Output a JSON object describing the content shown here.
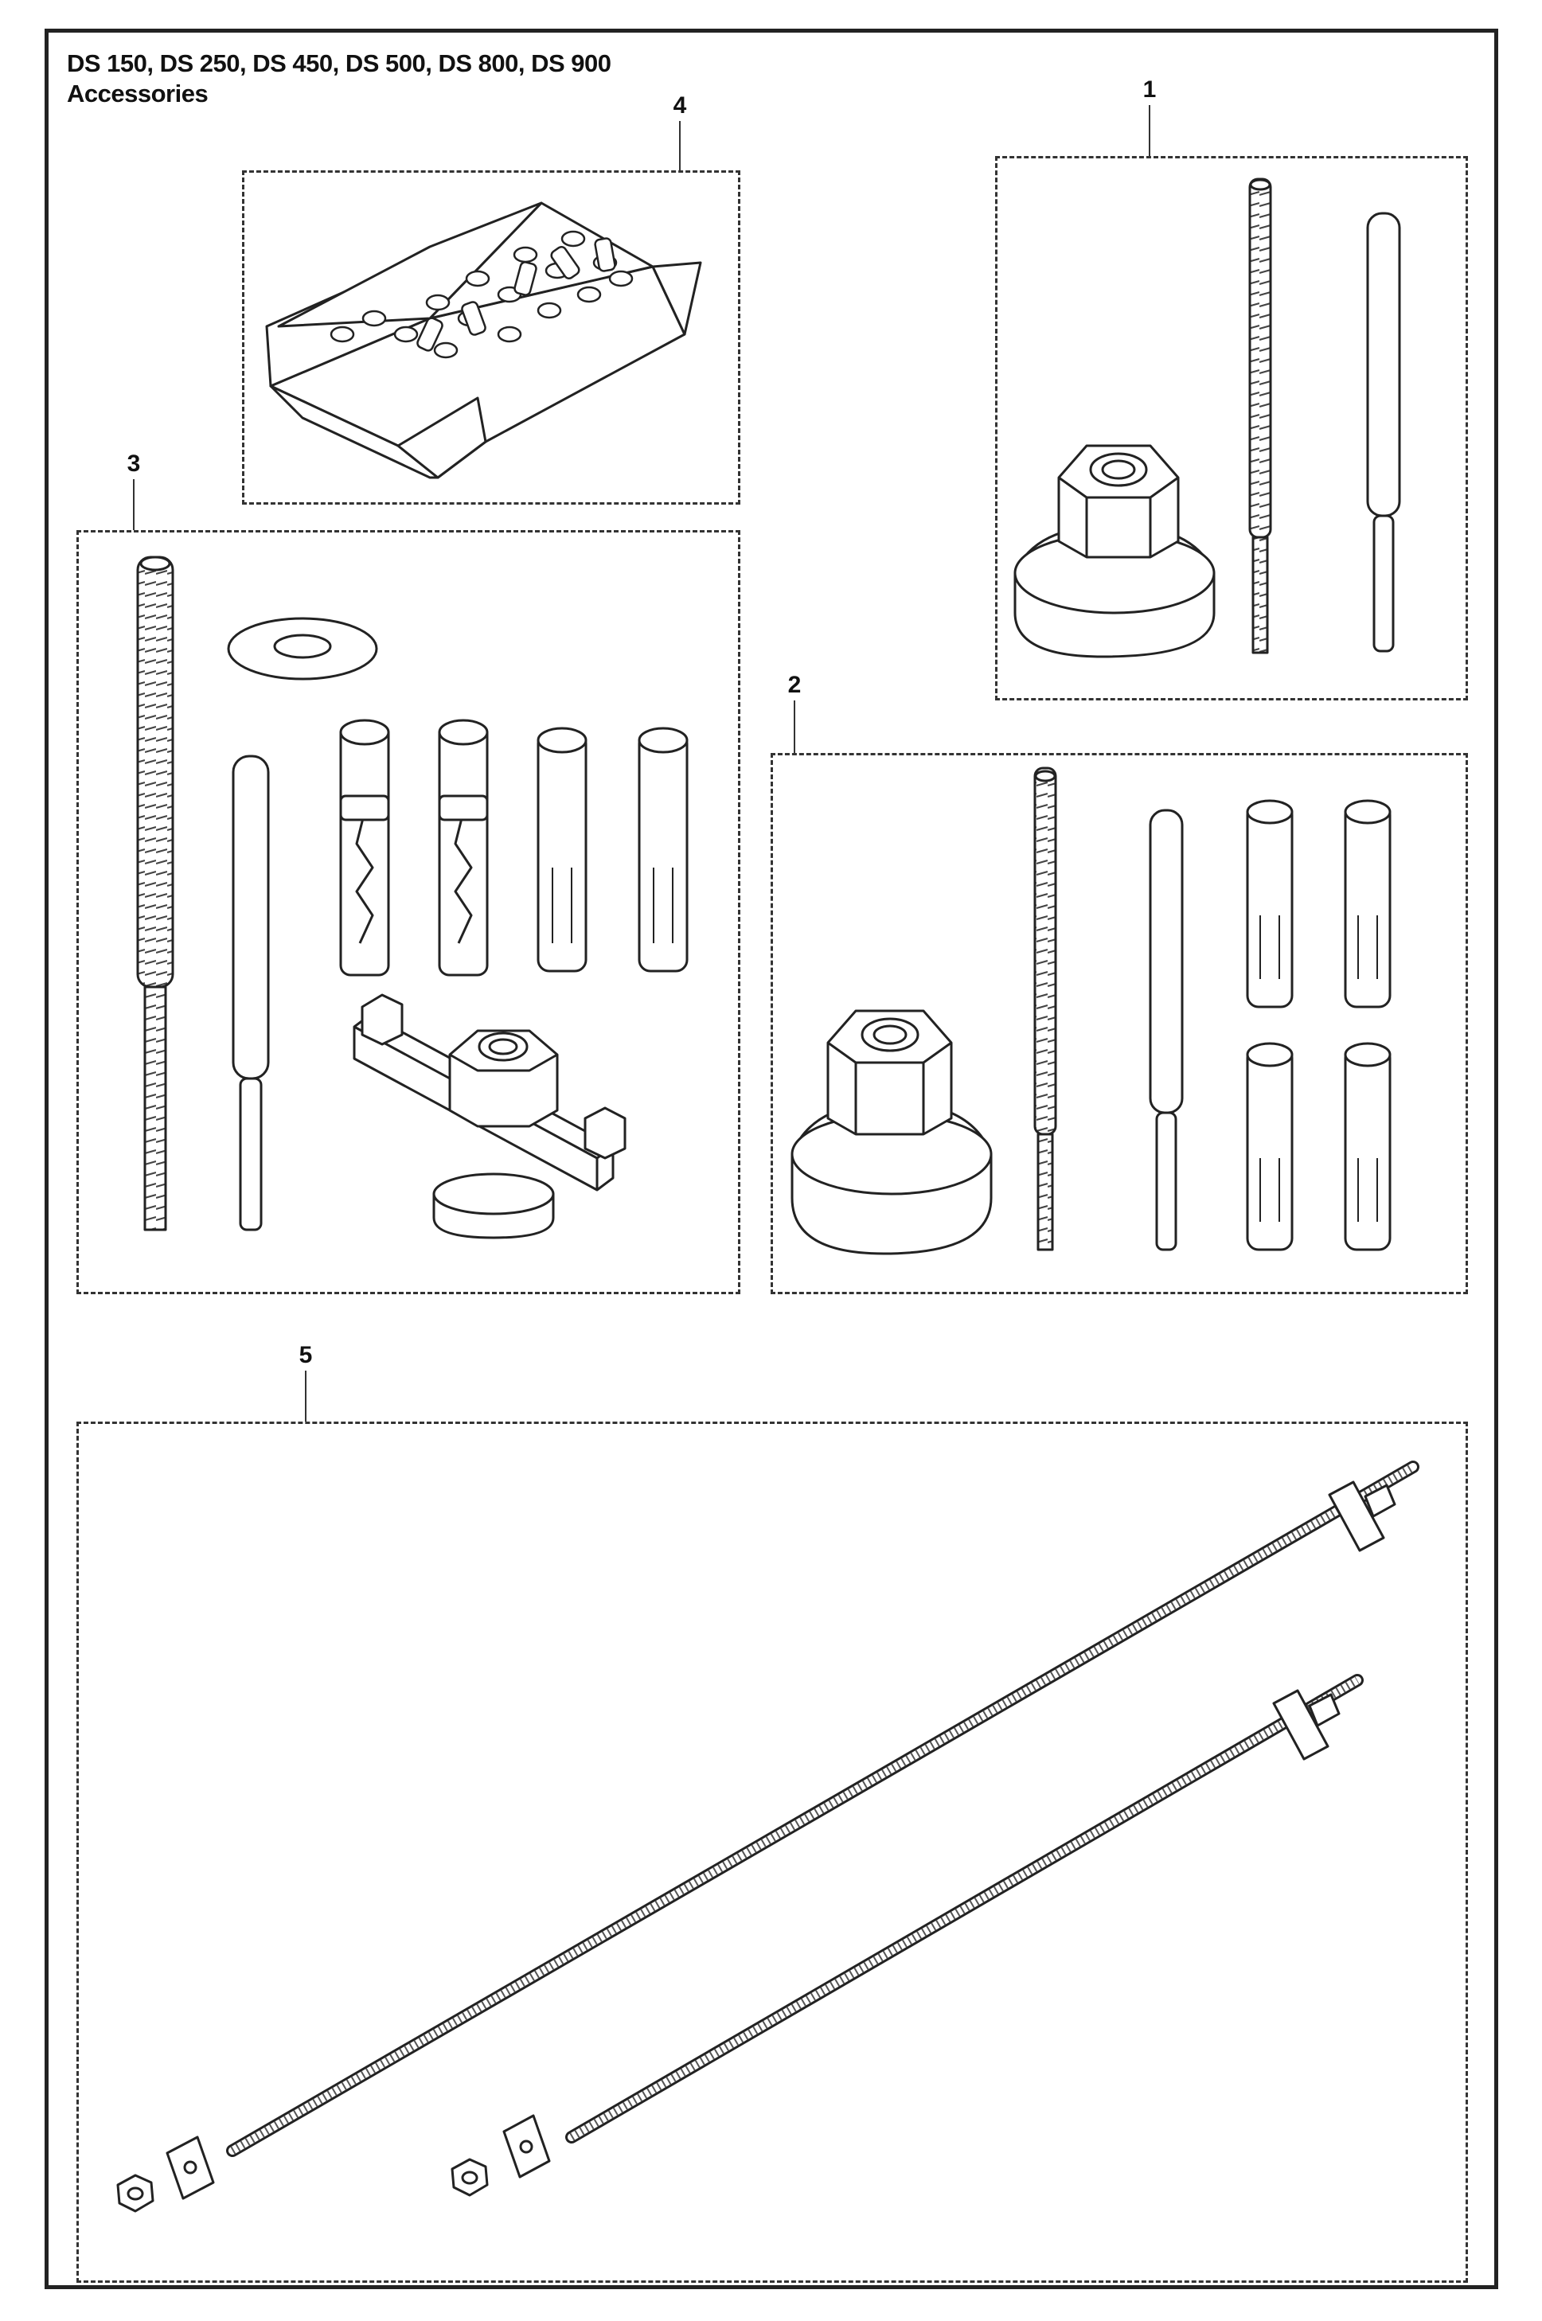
{
  "header": {
    "line1": "DS 150, DS 250, DS 450, DS 500, DS 800, DS 900",
    "line2": "Accessories"
  },
  "groups": [
    {
      "number": "1"
    },
    {
      "number": "2"
    },
    {
      "number": "3"
    },
    {
      "number": "4"
    },
    {
      "number": "5"
    }
  ],
  "colors": {
    "line": "#222222",
    "fill": "#ffffff",
    "thread": "#444444"
  }
}
